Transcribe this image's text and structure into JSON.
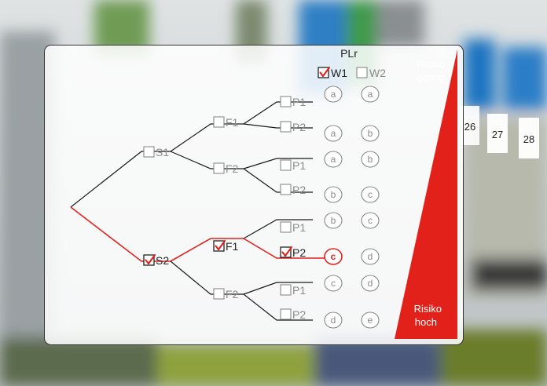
{
  "header": {
    "plr": "PLr"
  },
  "weights": [
    {
      "id": "w1",
      "label": "W1",
      "checked": true
    },
    {
      "id": "w2",
      "label": "W2",
      "checked": false
    }
  ],
  "risk": {
    "low_line1": "Risiko",
    "low_line2": "gering",
    "high_line1": "Risiko",
    "high_line2": "hoch"
  },
  "nodes": {
    "s1": {
      "label": "S1",
      "checked": false
    },
    "s2": {
      "label": "S2",
      "checked": true
    },
    "f1_upper": {
      "label": "F1",
      "checked": false
    },
    "f2_upper": {
      "label": "F2",
      "checked": false
    },
    "f1_lower": {
      "label": "F1",
      "checked": true
    },
    "f2_lower": {
      "label": "F2",
      "checked": false
    },
    "p1_1": {
      "label": "P1",
      "checked": false
    },
    "p2_1": {
      "label": "P2",
      "checked": false
    },
    "p1_2": {
      "label": "P1",
      "checked": false
    },
    "p2_2": {
      "label": "P2",
      "checked": false
    },
    "p1_3": {
      "label": "P1",
      "checked": false
    },
    "p2_3": {
      "label": "P2",
      "checked": true
    },
    "p1_4": {
      "label": "P1",
      "checked": false
    },
    "p2_4": {
      "label": "P2",
      "checked": false
    }
  },
  "results": [
    {
      "w1": "a",
      "w2": "a"
    },
    {
      "w1": "a",
      "w2": "b"
    },
    {
      "w1": "a",
      "w2": "b"
    },
    {
      "w1": "b",
      "w2": "c"
    },
    {
      "w1": "b",
      "w2": "c"
    },
    {
      "w1": "c",
      "w2": "d",
      "highlight_w1": true
    },
    {
      "w1": "c",
      "w2": "d"
    },
    {
      "w1": "d",
      "w2": "e"
    }
  ],
  "colors": {
    "accent": "#e3211b",
    "line": "#1a1a1a",
    "muted": "#8a8a8a"
  }
}
